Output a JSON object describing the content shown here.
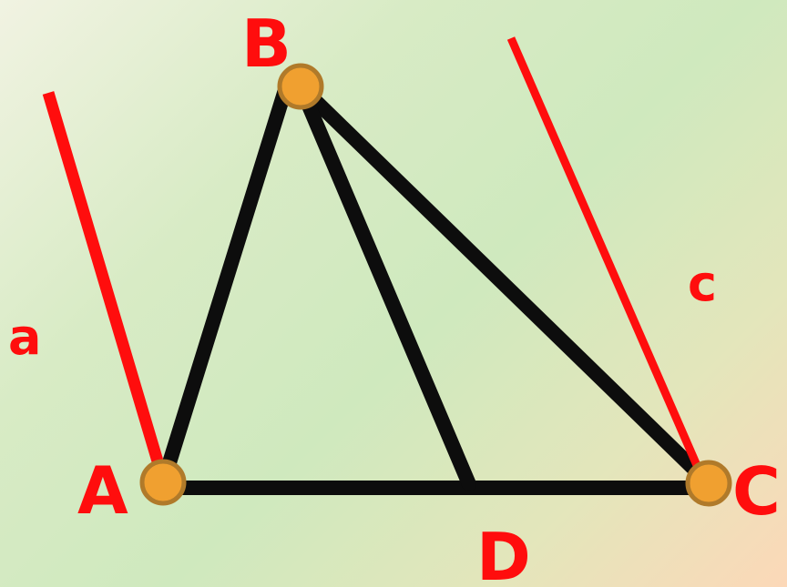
{
  "diagram": {
    "points": {
      "A": {
        "label": "A"
      },
      "B": {
        "label": "B"
      },
      "C": {
        "label": "C"
      },
      "D": {
        "label": "D"
      }
    },
    "lines": {
      "a": {
        "label": "a"
      },
      "c": {
        "label": "c"
      }
    },
    "colors": {
      "segment": "#0d0d0d",
      "line": "#ff0d0d",
      "label": "#ff0d0d",
      "point_fill": "#f0a030",
      "point_stroke": "#b07a2a"
    }
  }
}
